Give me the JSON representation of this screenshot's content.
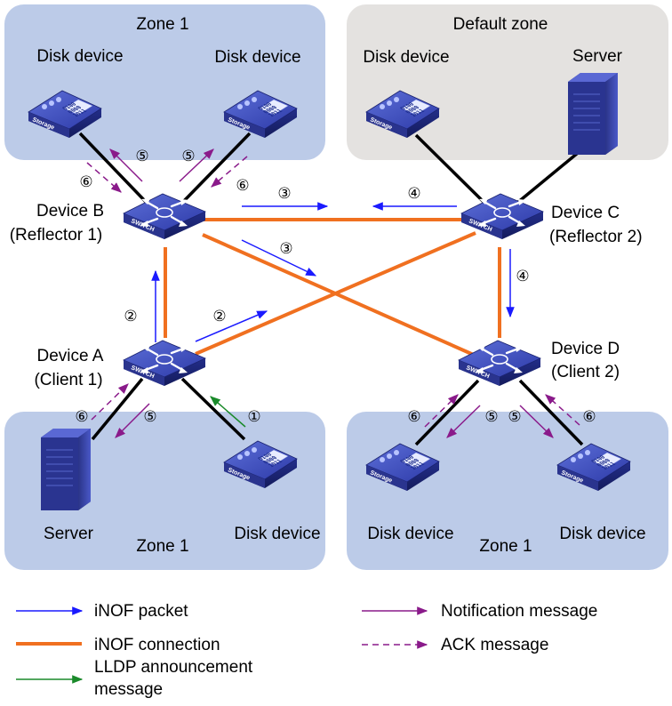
{
  "zones": {
    "top_left": "Zone 1",
    "default": "Default zone",
    "bottom_left": "Zone 1",
    "bottom_right": "Zone 1"
  },
  "devices": {
    "b": [
      "Device B",
      "(Reflector 1)"
    ],
    "c": [
      "Device C",
      "(Reflector 2)"
    ],
    "a": [
      "Device A",
      "(Client 1)"
    ],
    "d": [
      "Device D",
      "(Client 2)"
    ]
  },
  "endpoints": {
    "tl_disk1": "Disk device",
    "tl_disk2": "Disk device",
    "def_disk": "Disk device",
    "def_server": "Server",
    "bl_server": "Server",
    "bl_disk": "Disk device",
    "br_disk1": "Disk device",
    "br_disk2": "Disk device"
  },
  "device_text": {
    "storage": "Storage",
    "switch": "SWITCH",
    "bits": [
      "0100",
      "0000",
      "1011"
    ]
  },
  "steps": {
    "s1": "①",
    "s2": "②",
    "s3": "③",
    "s4": "④",
    "s5": "⑤",
    "s6": "⑥"
  },
  "legend": {
    "inof_packet": "iNOF packet",
    "inof_connection": "iNOF connection",
    "lldp": [
      "LLDP announcement",
      "message"
    ],
    "notification": "Notification message",
    "ack": "ACK message"
  },
  "colors": {
    "zone_blue": "#bccbe8",
    "zone_gray": "#e4e2e0",
    "inof_packet": "#1a1aff",
    "inof_connection": "#f07020",
    "lldp": "#1a8a2a",
    "notification": "#8a1a8a",
    "ack": "#8a1a8a",
    "link": "#000000"
  }
}
